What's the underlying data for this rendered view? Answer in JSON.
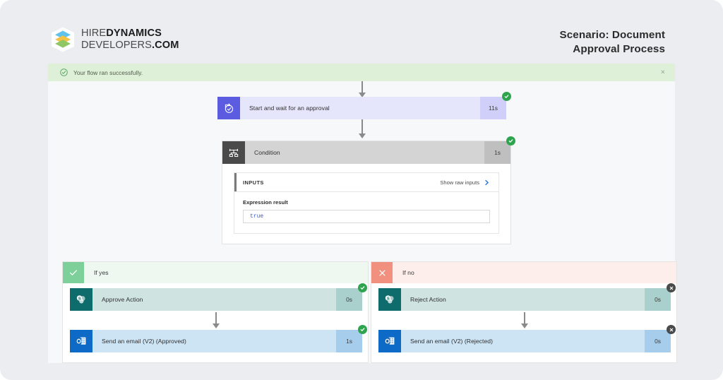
{
  "header": {
    "logo": {
      "icon": "stacked-layers-logo-icon",
      "line1_light": "HIRE",
      "line1_bold": "DYNAMICS",
      "line2_light": "DEVELOPERS",
      "line2_bold": ".COM"
    },
    "scenario_title_line1": "Scenario: Document",
    "scenario_title_line2": "Approval Process"
  },
  "banner": {
    "icon": "check-circle-icon",
    "text": "Your flow ran successfully.",
    "close_label": "×",
    "background": "#dff0d8"
  },
  "flow": {
    "approval_node": {
      "icon": "approval-clock-icon",
      "label": "Start and wait for an approval",
      "duration": "11s",
      "status": "succeeded",
      "accent": "#5c5ce0"
    },
    "condition": {
      "icon": "condition-branch-icon",
      "label": "Condition",
      "duration": "1s",
      "status": "succeeded",
      "accent": "#4a4a4a",
      "inputs_label": "INPUTS",
      "show_raw_label": "Show raw inputs",
      "show_raw_chevron": "chevron-right-icon",
      "expression_label": "Expression result",
      "expression_value": "true"
    },
    "branch_yes": {
      "icon": "checkmark-icon",
      "label": "If yes",
      "accent": "#7ed09b",
      "actions": [
        {
          "icon": "sharepoint-icon",
          "label": "Approve Action",
          "duration": "0s",
          "status": "succeeded"
        },
        {
          "icon": "outlook-icon",
          "label": "Send an email (V2) (Approved)",
          "duration": "1s",
          "status": "succeeded"
        }
      ]
    },
    "branch_no": {
      "icon": "close-x-icon",
      "label": "If no",
      "accent": "#f2907f",
      "actions": [
        {
          "icon": "sharepoint-icon",
          "label": "Reject Action",
          "duration": "0s",
          "status": "skipped"
        },
        {
          "icon": "outlook-icon",
          "label": "Send an email (V2) (Rejected)",
          "duration": "0s",
          "status": "skipped"
        }
      ]
    }
  },
  "colors": {
    "page_background": "#ecedf0",
    "canvas_background": "#f7f8f9",
    "success_green": "#2ea44f",
    "skipped_gray": "#4a4a4a",
    "link_blue": "#1d6fd6"
  }
}
